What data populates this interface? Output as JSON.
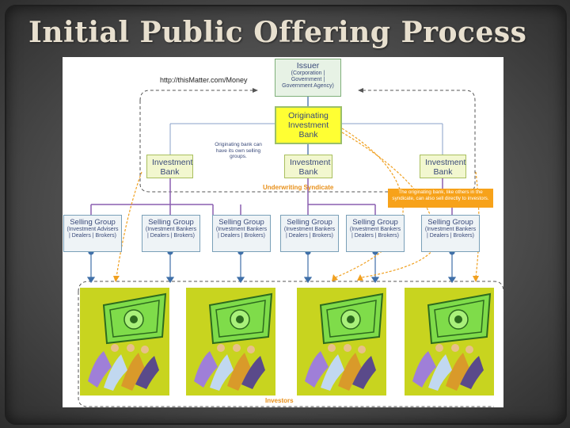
{
  "slide": {
    "title": "Initial Public Offering Process"
  },
  "diagram": {
    "source_url": "http://thisMatter.com/Money",
    "issuer": {
      "title": "Issuer",
      "detail": "(Corporation | Government | Government Agency)"
    },
    "originating_bank": {
      "title": "Originating Investment Bank"
    },
    "originating_note": "Originating bank can have its own selling groups.",
    "investment_banks": [
      {
        "title": "Investment Bank"
      },
      {
        "title": "Investment Bank"
      },
      {
        "title": "Investment Bank"
      }
    ],
    "underwriting_label": "Underwriting Syndicate",
    "orange_note": "The originating bank, like others in the syndicate, can also sell directly to investors.",
    "selling_groups": [
      {
        "title": "Selling Group",
        "detail": "(Investment Advisers | Dealers | Brokers)"
      },
      {
        "title": "Selling Group",
        "detail": "(Investment Bankers | Dealers | Brokers)"
      },
      {
        "title": "Selling Group",
        "detail": "(Investment Bankers | Dealers | Brokers)"
      },
      {
        "title": "Selling Group",
        "detail": "(Investment Bankers | Dealers | Brokers)"
      },
      {
        "title": "Selling Group",
        "detail": "(Investment Bankers | Dealers | Brokers)"
      },
      {
        "title": "Selling Group",
        "detail": "(Investment Bankers | Dealers | Brokers)"
      }
    ],
    "investors_label": "Investors",
    "colors": {
      "orange": "#f7a21a",
      "yellow_box": "#ffff33",
      "investor_bg": "#c8d41f",
      "line_blue": "#5b7fb0",
      "line_purple": "#8a5fb0"
    }
  }
}
